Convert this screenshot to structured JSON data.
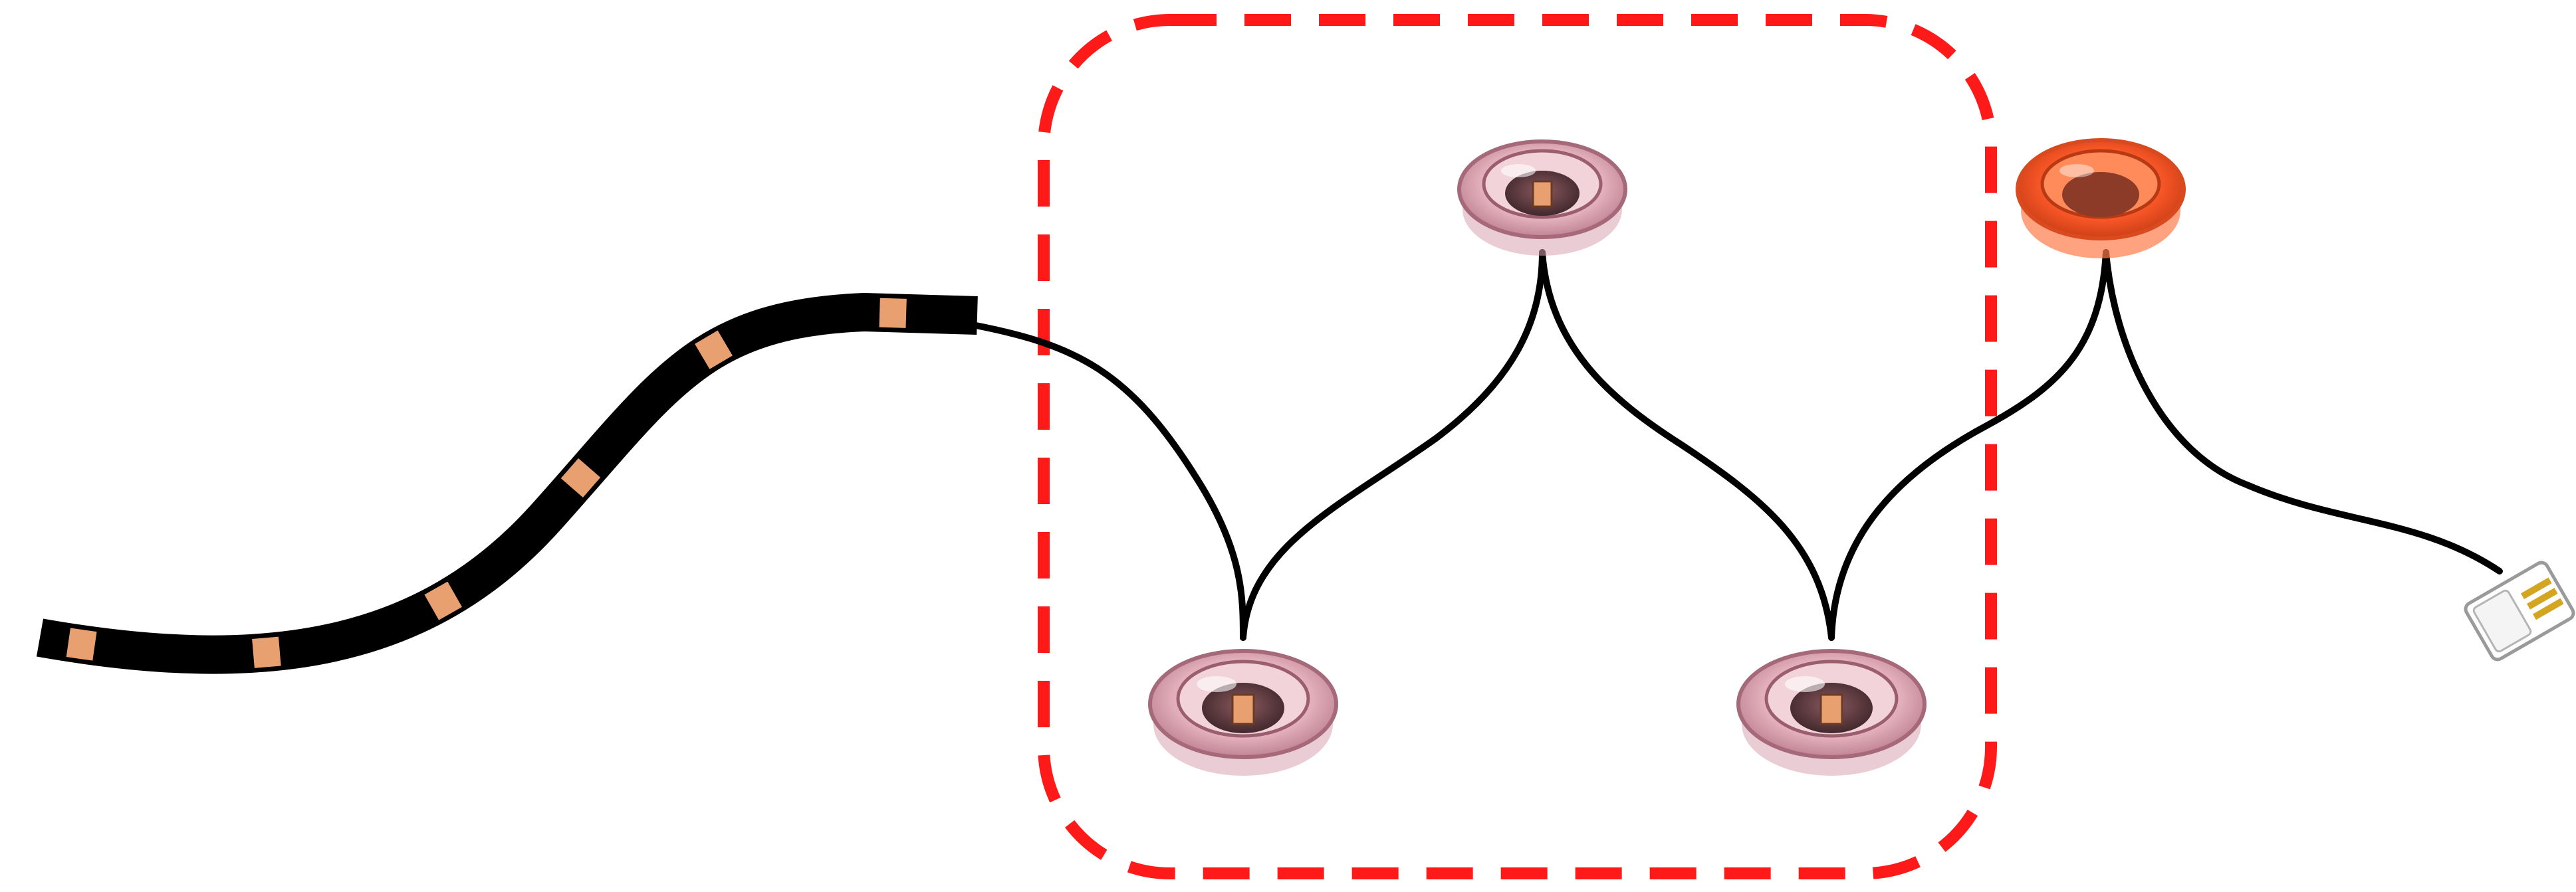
{
  "colors": {
    "background": "#ffffff",
    "strip_body": "#000000",
    "led_chip": "#e8a071",
    "wire": "#000000",
    "highlight_box": "#ff1a1a",
    "bulb_glass": "#e9b9c3",
    "bulb_rim": "#b8788a",
    "bulb_core": "#5a3a3e",
    "active_bulb": "#ff5a2a",
    "connector_body": "#ffffff",
    "connector_pins": "#d4a520"
  },
  "elements": {
    "led_strip": {
      "chip_count": 6,
      "icon": "led-strip-icon"
    },
    "highlight_box": {
      "style": "dashed",
      "icon": "dashed-rounded-rectangle"
    },
    "pink_bulbs": {
      "count": 3,
      "icon": "puck-light-icon"
    },
    "orange_bulb": {
      "count": 1,
      "icon": "puck-light-lit-icon"
    },
    "connector": {
      "icon": "plug-connector-icon"
    }
  }
}
